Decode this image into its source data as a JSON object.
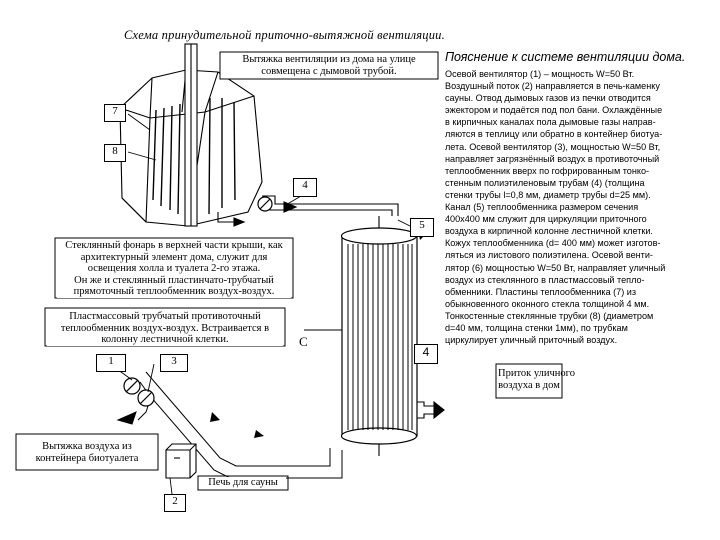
{
  "title": "Схема принудительной приточно-вытяжной вентиляции.",
  "explanation": {
    "title": "Пояснение к системе вентиляции дома.",
    "lines": [
      "Осевой вентилятор (1) – мощность W=50 Вт.",
      "Воздушный поток (2) направляется в печь-каменку",
      "сауны. Отвод дымовых газов из печки отводится",
      "эжектором и подаётся под пол бани. Охлаждённые",
      "в кирпичных каналах пола дымовые газы направ-",
      "ляются в теплицу или обратно в контейнер биотуа-",
      "лета. Осевой вентилятор (3), мощностью W=50 Вт,",
      "направляет загрязнённый воздух в противоточный",
      "теплообменник вверх по гофрированным тонко-",
      "стенным полиэтиленовым трубам (4) (толщина",
      "стенки трубы l=0,8 мм, диаметр трубы d=25 мм).",
      "Канал (5) теплообменника размером сечения",
      "400х400 мм служит для циркуляции приточного",
      "воздуха в кирпичной колонне лестничной клетки.",
      "Кожух теплообменника (d= 400 мм) может изготов-",
      "ляться  из листового полиэтилена. Осевой венти-",
      "лятор (6) мощностью W=50 Вт, направляет уличный",
      "воздух из стеклянного в пластмассовый тепло-",
      "обменники. Пластины теплообменника  (7) из",
      "обыкновенного оконного стекла толщиной 4 мм.",
      "Тонкостенные стеклянные трубки (8) (диаметром",
      "d=40 мм, толщина стенки 1мм), по трубкам",
      "циркулирует уличный приточный воздух."
    ]
  },
  "callouts": {
    "chimney": [
      "Вытяжка вентиляции из дома на улице",
      "совмещена с дымовой трубой."
    ],
    "glass_exchanger": [
      "Стеклянный фонарь в верхней части крыши, как",
      "архитектурный элемент дома, служит для",
      "освещения холла и туалета 2-го этажа.",
      "Он же и  стеклянный пластинчато-трубчатый",
      "прямоточный теплообменник воздух-воздух."
    ],
    "plastic_exchanger": [
      "Пластмассовый трубчатый противоточный",
      "теплообменник воздух-воздух. Встраивается в",
      "колонну лестничной клетки."
    ],
    "supply": [
      "Приток уличного",
      "воздуха в дом"
    ],
    "exhaust": [
      "Вытяжка   воздуха   из",
      "контейнера биотуалета"
    ],
    "stove": [
      "Печь для сауны"
    ]
  },
  "labels": {
    "n7": "7",
    "n8": "8",
    "n4top": "4",
    "n5": "5",
    "n4": "4",
    "n1": "1",
    "n3": "3",
    "n2": "2",
    "nC": "C"
  }
}
